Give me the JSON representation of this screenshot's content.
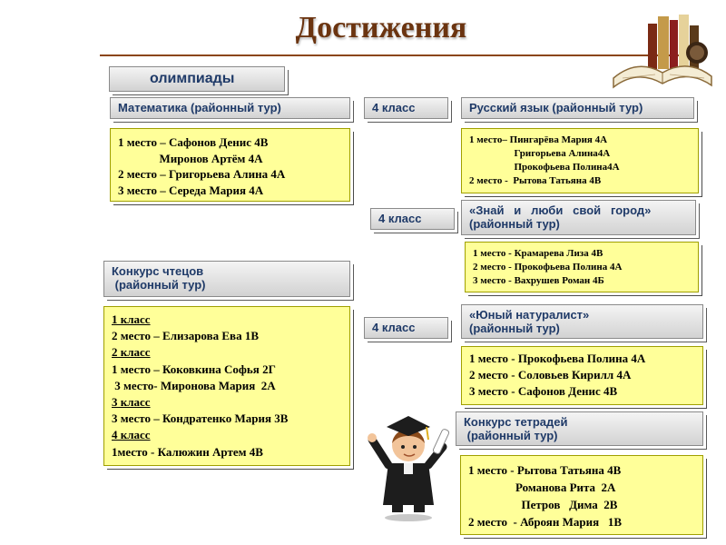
{
  "title": "Достижения",
  "olympiads_header": "олимпиады",
  "math": {
    "header": "Математика (районный тур)",
    "lines": [
      "1 место – Сафонов Денис 4В",
      "              Миронов Артём 4А",
      "2 место – Григорьева Алина 4А",
      "3 место – Середа Мария 4А"
    ]
  },
  "grade_labels": [
    "4 класс",
    "4 класс",
    "4 класс"
  ],
  "russian": {
    "header": "Русский язык  (районный тур)",
    "lines": [
      "1 место– Пингарёва Мария 4А",
      "                  Григорьева Алина4А",
      "                  Прокофьева Полина4А",
      "2 место -  Рытова Татьяна 4В"
    ]
  },
  "city": {
    "header_line1": "«Знай   и   люби   свой   город»",
    "header_line2": "(районный тур)",
    "lines": [
      "1 место - Крамарева Лиза 4В",
      "2 место - Прокофьева Полина 4А",
      "3 место - Вахрушев Роман 4Б"
    ]
  },
  "readers": {
    "header_line1": "Конкурс чтецов",
    "header_line2": " (районный тур)",
    "lines": [
      "1 класс",
      "2 место – Елизарова Ева 1В",
      "2 класс",
      "1 место – Коковкина Софья 2Г",
      " 3 место- Миронова Мария  2А",
      "3 класс",
      "3 место – Кондратенко Мария 3В",
      "4 класс",
      "1место - Калюжин Артем 4В"
    ]
  },
  "naturalist": {
    "header_line1": "«Юный натуралист»",
    "header_line2": "(районный тур)",
    "lines": [
      "1 место - Прокофьева Полина 4А",
      "2 место - Соловьев Кирилл 4А",
      "3 место - Сафонов Денис 4В"
    ]
  },
  "notebooks": {
    "header_line1": "Конкурс тетрадей",
    "header_line2": " (районный тур)",
    "lines": [
      "1 место - Рытова Татьяна 4В",
      "                Романова Рита  2А",
      "                  Петров   Дима  2В",
      "2 место  - Аброян Мария   1В"
    ]
  },
  "icons": [
    "books-icon",
    "graduate-student-icon"
  ]
}
